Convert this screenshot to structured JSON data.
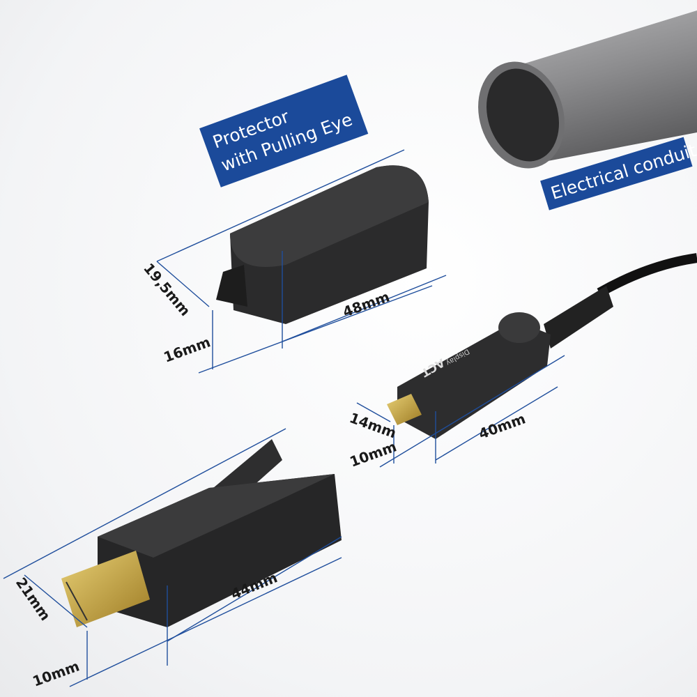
{
  "labels": {
    "protector_line1": "Protector",
    "protector_line2": "with Pulling Eye",
    "conduit": "Electrical conduit"
  },
  "dimensions": {
    "protector_width": "19,5mm",
    "protector_height": "16mm",
    "protector_length": "48mm",
    "micro_width": "14mm",
    "micro_height": "10mm",
    "micro_length": "40mm",
    "hdmi_width": "21mm",
    "hdmi_length": "44mm",
    "hdmi_height": "10mm"
  },
  "logo": {
    "brand": "ACT",
    "sub": "Display"
  },
  "colors": {
    "label_bg": "#1b4a9a",
    "dimension_line": "#1f4e9c",
    "connector_body": "#2a2a2a",
    "hdmi_gold": "#c9a640",
    "conduit": "#8a8a8c"
  }
}
